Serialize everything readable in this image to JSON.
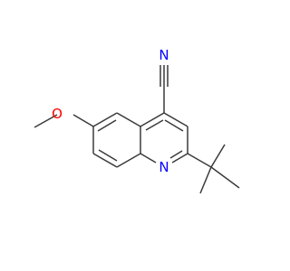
{
  "molecule": {
    "atoms": {
      "nitrile_n": {
        "symbol": "N",
        "color": "#0000ff"
      },
      "ring_n": {
        "symbol": "N",
        "color": "#0000ff"
      },
      "ether_o": {
        "symbol": "O",
        "color": "#ff0000"
      }
    },
    "bond_color": "#3a3a3a"
  }
}
